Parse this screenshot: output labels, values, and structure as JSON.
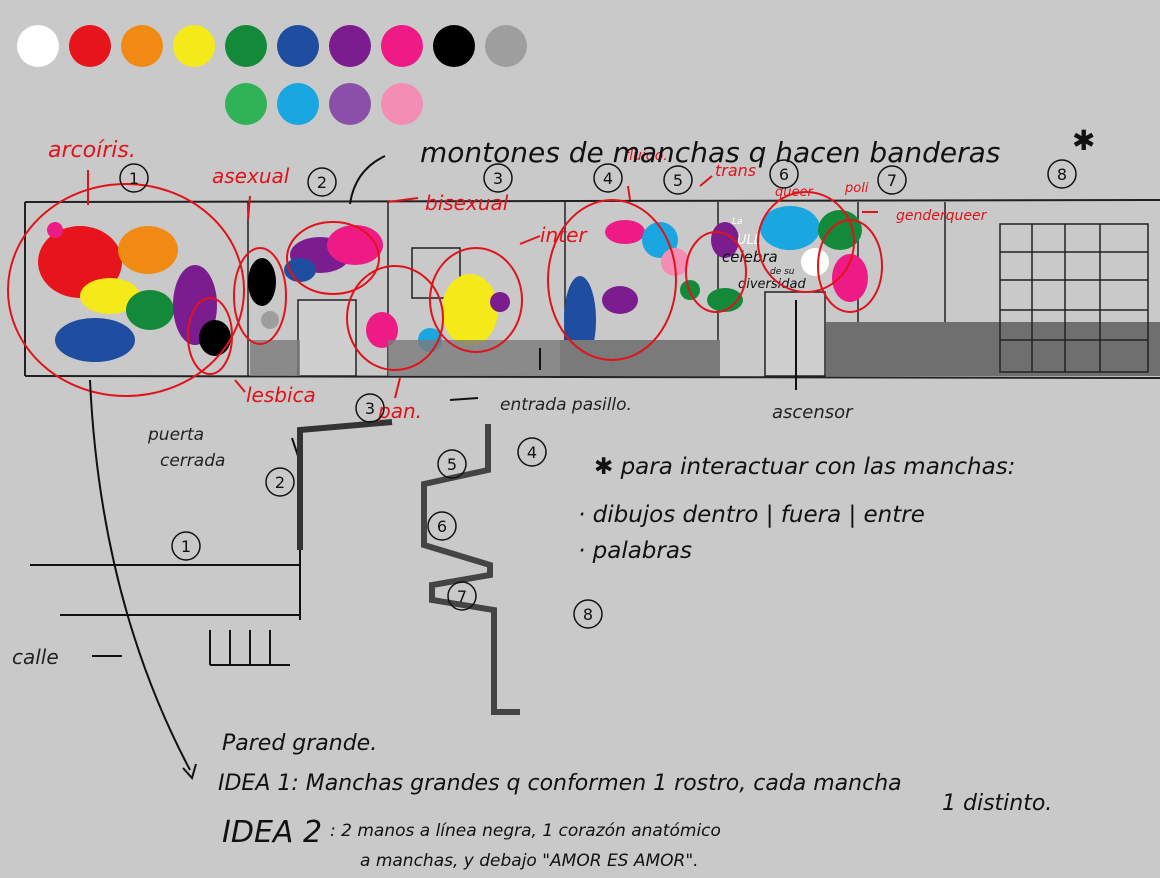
{
  "palette": {
    "row1": [
      {
        "name": "white",
        "color": "#ffffff"
      },
      {
        "name": "red",
        "color": "#e8141c"
      },
      {
        "name": "orange",
        "color": "#f08a12"
      },
      {
        "name": "yellow",
        "color": "#f4ea1a"
      },
      {
        "name": "green",
        "color": "#138a3a"
      },
      {
        "name": "blue",
        "color": "#1f4da0"
      },
      {
        "name": "purple",
        "color": "#7b1d8e"
      },
      {
        "name": "magenta",
        "color": "#ee1a86"
      },
      {
        "name": "black",
        "color": "#000000"
      },
      {
        "name": "grey",
        "color": "#9e9e9e"
      }
    ],
    "row2": [
      {
        "name": "light-green",
        "color": "#2fb356"
      },
      {
        "name": "sky-blue",
        "color": "#1aa6e0"
      },
      {
        "name": "lavender",
        "color": "#8a4fa6"
      },
      {
        "name": "pink",
        "color": "#f48db4"
      }
    ]
  },
  "colors": {
    "annotation_red": "#e0131b",
    "ink": "#111111",
    "paper": "#c9c9c9",
    "wall_gray": "#6f6f6f"
  },
  "labels": {
    "arcoiris": "arcoíris.",
    "asexual": "asexual",
    "title": "montones de manchas q hacen banderas",
    "title_star": "✱",
    "bisexual": "bisexual",
    "inter": "inter",
    "fluido": "fluido.",
    "trans": "trans",
    "queer": "queer",
    "poli": "poli",
    "genderqueer": "genderqueer",
    "lesbica": "lesbica",
    "pan": "pan.",
    "entrada_pasillo": "entrada pasillo.",
    "ascensor": "ascensor",
    "puerta": "puerta",
    "cerrada": "cerrada",
    "calle": "calle",
    "wall_text": [
      "La",
      "ULL",
      "celebra",
      "de su",
      "diversidad"
    ]
  },
  "wall_numbers": [
    "1",
    "2",
    "3",
    "4",
    "5",
    "6",
    "7",
    "8"
  ],
  "plan_numbers": [
    "1",
    "2",
    "3",
    "4",
    "5",
    "6",
    "7",
    "8"
  ],
  "notes": {
    "interact_title": "✱ para interactuar con las manchas:",
    "bullet1": "· dibujos dentro | fuera | entre",
    "bullet2": "· palabras",
    "pared": "Pared grande.",
    "idea1": "IDEA 1: Manchas grandes q conformen 1 rostro, cada mancha",
    "idea1_cont": "1 distinto.",
    "idea2_label": "IDEA 2",
    "idea2_line1": ": 2 manos a línea negra, 1 corazón anatómico",
    "idea2_line2": "a manchas, y debajo \"AMOR ES AMOR\"."
  }
}
